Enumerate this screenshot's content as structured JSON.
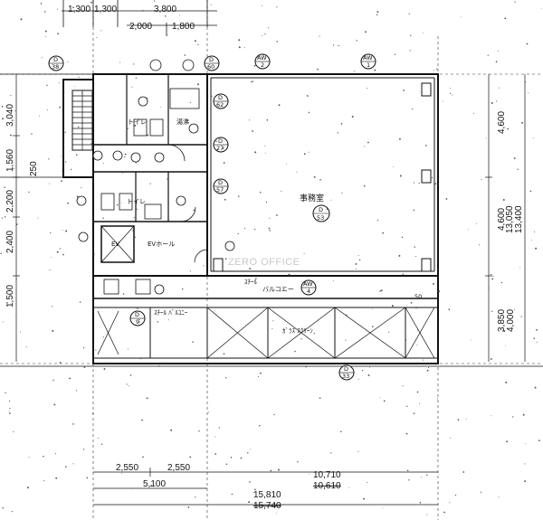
{
  "dimensions": {
    "top": [
      "1,300",
      "1,300",
      "3,800",
      "2,000",
      "1,800"
    ],
    "left": [
      "3,040",
      "1,560",
      "250",
      "2,200",
      "2,400",
      "1,500"
    ],
    "right": [
      "4,600",
      "4,600",
      "13,050",
      "13,400",
      "3,850",
      "4,000"
    ],
    "bottom_row1": [
      "2,550",
      "2,550",
      "10,710"
    ],
    "bottom_row1b": "10,610",
    "bottom_row2": "5,100",
    "bottom_row3": "15,810",
    "bottom_row3b": "15,740"
  },
  "rooms": {
    "office": "事務室",
    "ev_hall": "EVホール",
    "kitchen": "湯沸",
    "toilet": "トイレ",
    "ev": "EV",
    "balcony": "バルコニー",
    "balcony_sub": "ｽﾁｰﾙ",
    "corridor": "ｽﾁｰﾙ ﾊﾞﾙｺﾆｰ",
    "louver": "ｶﾞﾗｽ ｽｸﾘｰﾝ"
  },
  "tags": {
    "d38": [
      "D",
      "38"
    ],
    "d60": [
      "D",
      "60"
    ],
    "d62": [
      "D",
      "62"
    ],
    "d27": [
      "D",
      "27"
    ],
    "d57": [
      "D",
      "57"
    ],
    "d53": [
      "D",
      "53"
    ],
    "d9": [
      "D",
      "9"
    ],
    "d33": [
      "D",
      "33"
    ],
    "aw1": [
      "AW",
      "1"
    ],
    "aw2": [
      "AW",
      "2"
    ],
    "aw4": [
      "AW",
      "4"
    ]
  },
  "watermark": "ZERO OFFICE",
  "corner_note": "50"
}
